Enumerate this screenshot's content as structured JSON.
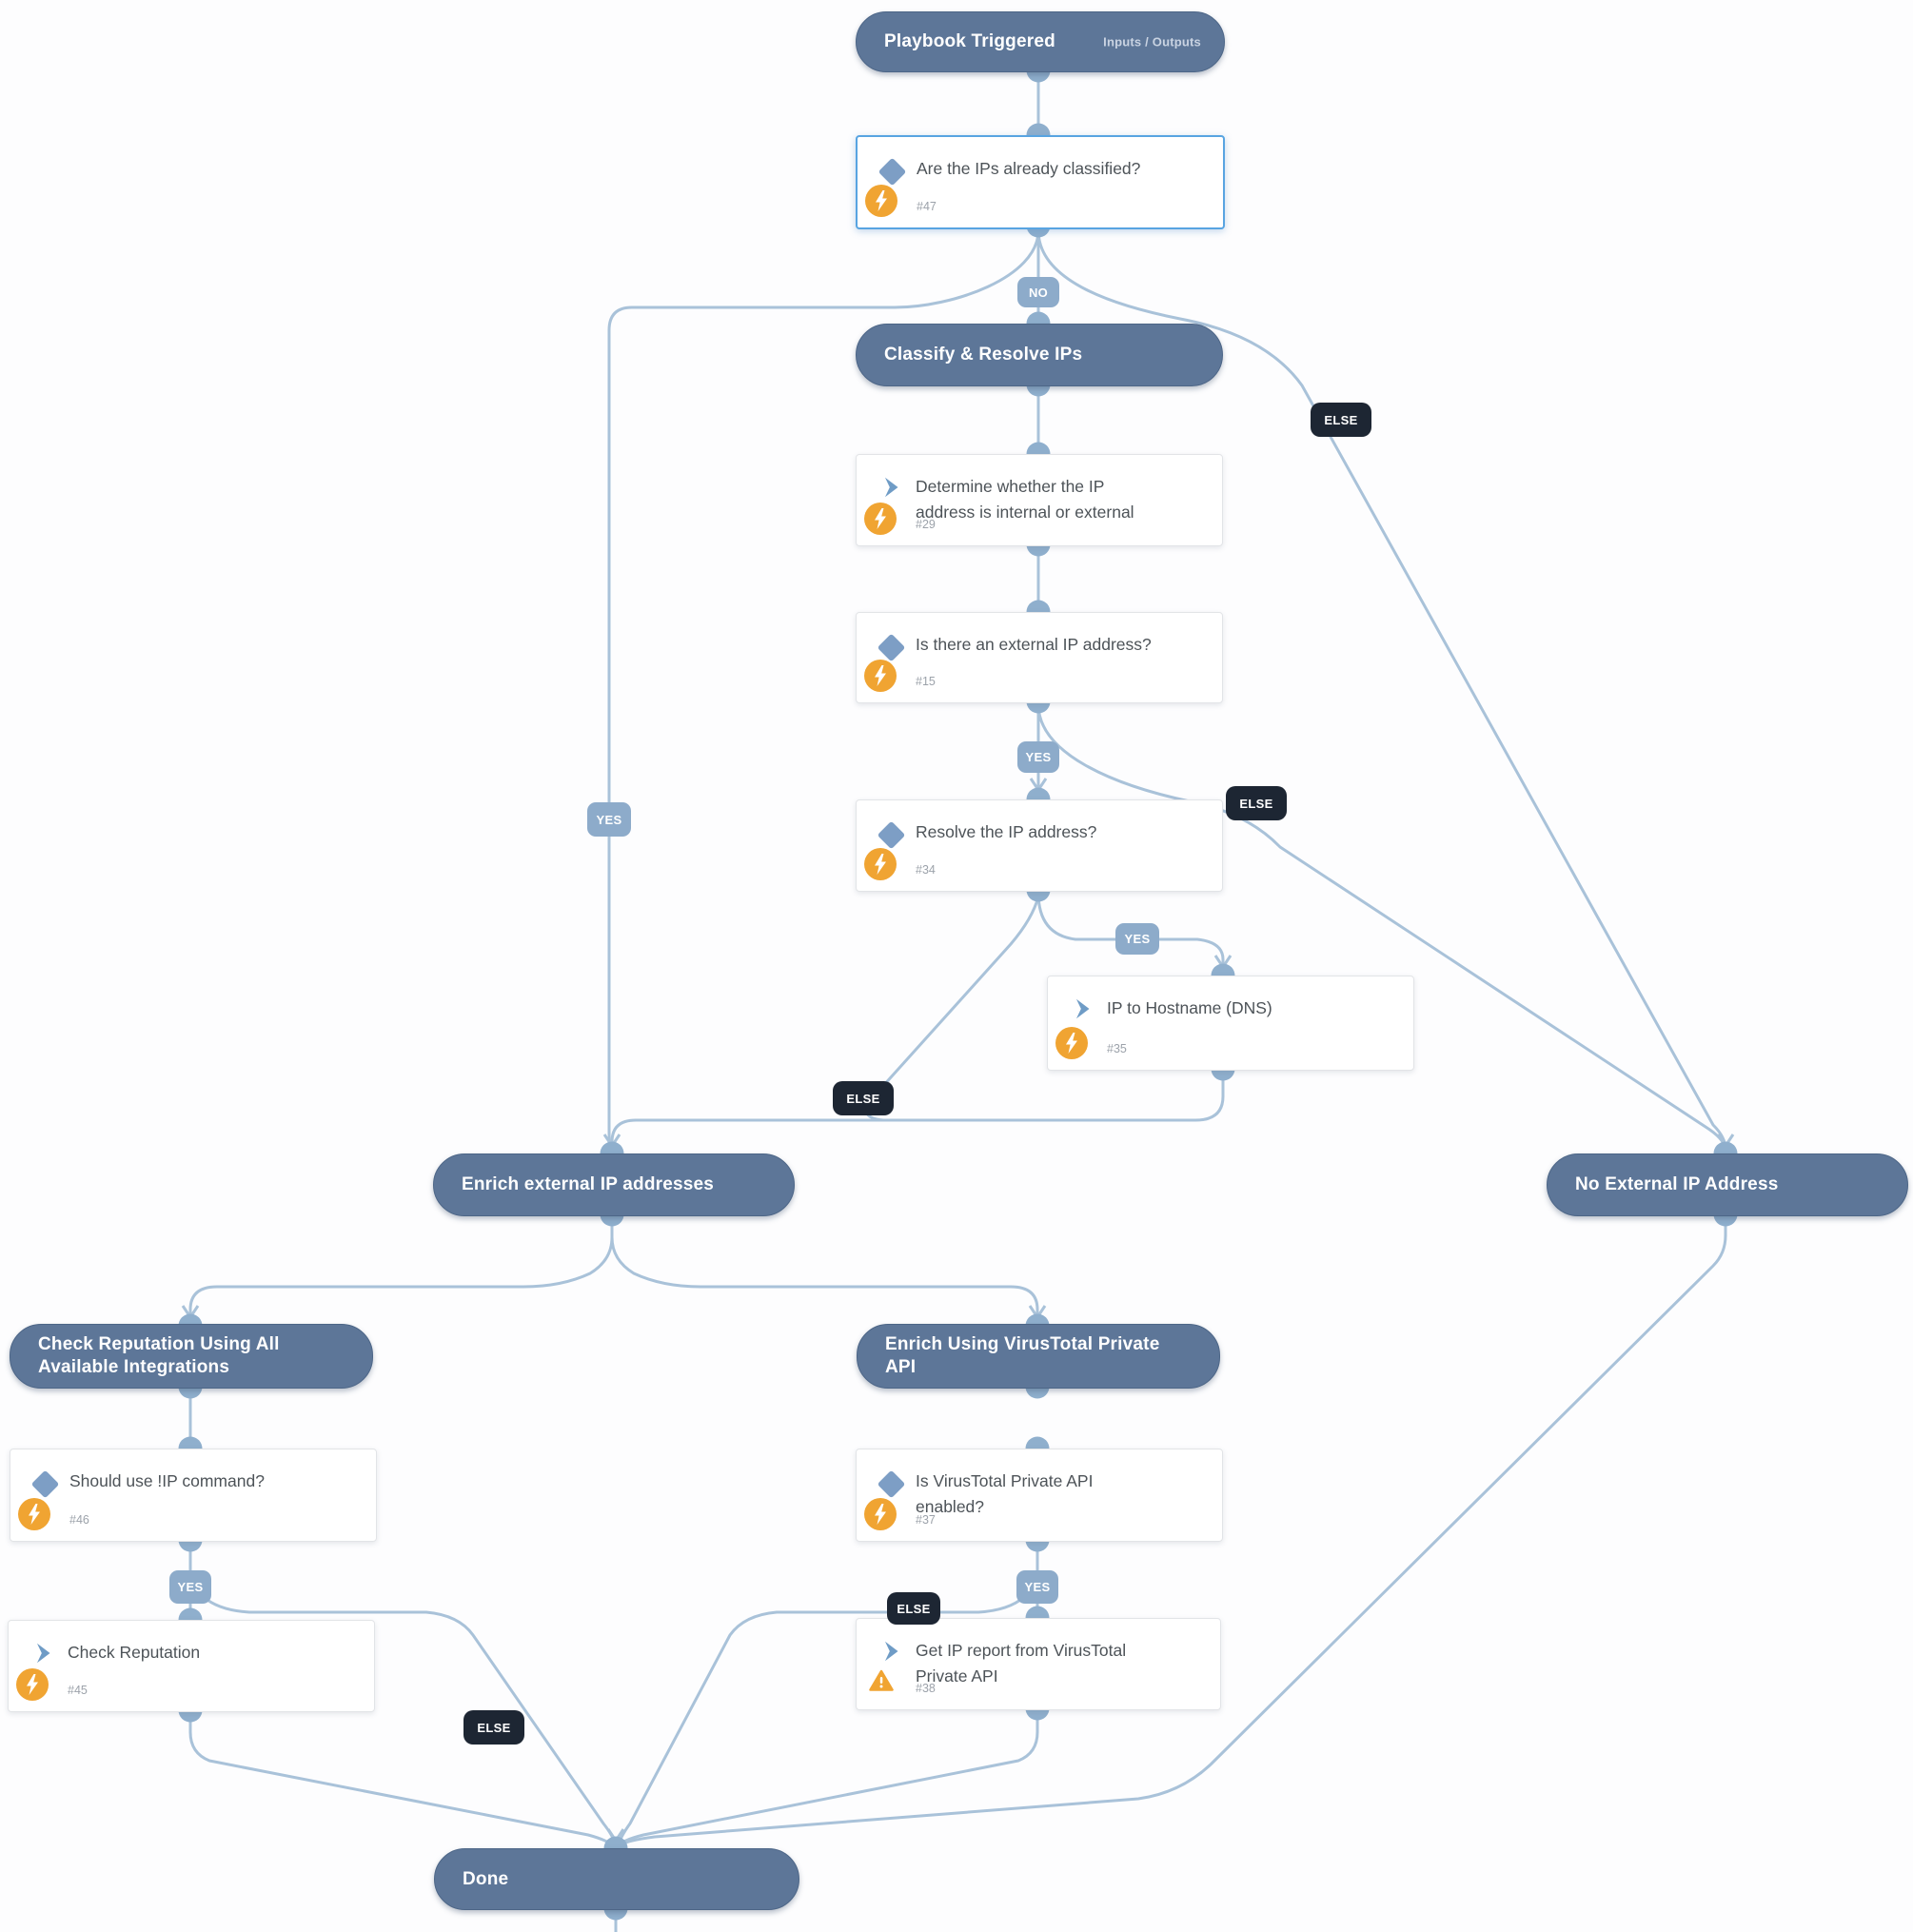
{
  "labels": {
    "yes": "YES",
    "no": "NO",
    "else": "ELSE"
  },
  "nodes": {
    "playbook_triggered": {
      "title": "Playbook Triggered",
      "link": "Inputs / Outputs"
    },
    "are_ips_classified": {
      "title": "Are the IPs already classified?",
      "tag": "#47"
    },
    "classify_resolve_ips": {
      "title": "Classify & Resolve IPs"
    },
    "determine_ip_scope": {
      "title": "Determine whether the IP address is internal or external",
      "tag": "#29"
    },
    "is_external_ip": {
      "title": "Is there an external IP address?",
      "tag": "#15"
    },
    "resolve_ip": {
      "title": "Resolve the IP address?",
      "tag": "#34"
    },
    "ip_to_hostname": {
      "title": "IP to Hostname (DNS)",
      "tag": "#35"
    },
    "enrich_external_ips": {
      "title": "Enrich external IP addresses"
    },
    "no_external_ip": {
      "title": "No External IP Address"
    },
    "check_reputation_all": {
      "title": "Check Reputation Using All Available Integrations"
    },
    "enrich_virustotal": {
      "title": "Enrich Using VirusTotal Private API"
    },
    "should_use_ip_command": {
      "title": "Should use !IP command?",
      "tag": "#46"
    },
    "check_reputation": {
      "title": "Check Reputation",
      "tag": "#45"
    },
    "is_vt_private_enabled": {
      "title": "Is VirusTotal Private API enabled?",
      "tag": "#37"
    },
    "get_ip_report_vt": {
      "title": "Get IP report from VirusTotal Private API",
      "tag": "#38"
    },
    "done": {
      "title": "Done"
    }
  },
  "colors": {
    "section_header": "#5d7698",
    "connector": "#a9c2d9",
    "connector_dot": "#8fafcd",
    "label_yes_no": "#8dabca",
    "label_else": "#1d2633",
    "condition_icon": "#7d9ec5",
    "automation_badge": "#f0a432",
    "warning_badge": "#f0a432",
    "selected_border": "#58a4e1"
  }
}
